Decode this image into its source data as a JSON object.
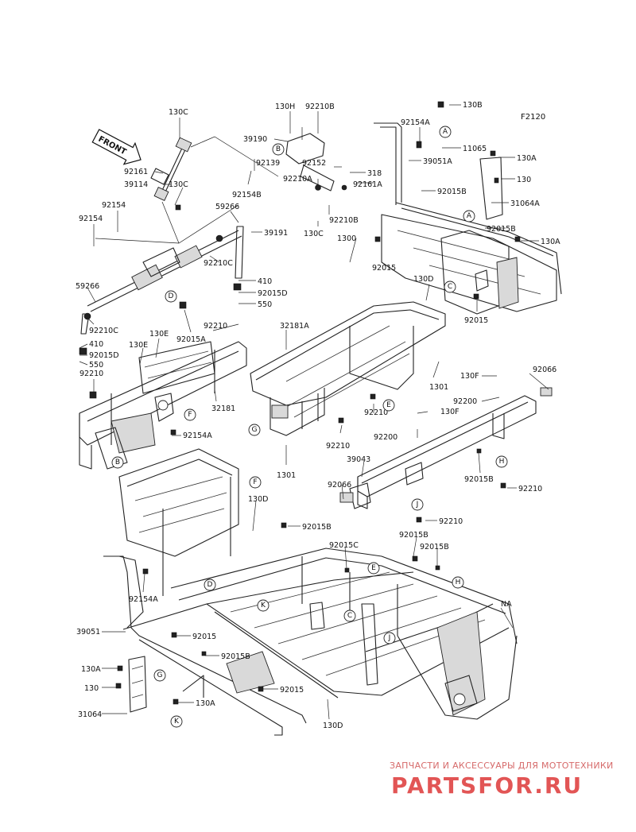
{
  "figure_code": "F2120",
  "front_label": "FRONT",
  "watermark": {
    "subtitle": "ЗАПЧАСТИ И АКСЕССУАРЫ ДЛЯ МОТОТЕХНИКИ",
    "brand": "PARTSFOR.RU"
  },
  "part_labels": [
    {
      "id": "l1",
      "text": "130C"
    },
    {
      "id": "l2",
      "text": "130H"
    },
    {
      "id": "l3",
      "text": "92210B"
    },
    {
      "id": "l4",
      "text": "130B"
    },
    {
      "id": "l5",
      "text": "92154A"
    },
    {
      "id": "l6",
      "text": "11065"
    },
    {
      "id": "l7",
      "text": "39190"
    },
    {
      "id": "l8",
      "text": "92161"
    },
    {
      "id": "l9",
      "text": "39114"
    },
    {
      "id": "l10",
      "text": "130C"
    },
    {
      "id": "l11",
      "text": "92139"
    },
    {
      "id": "l12",
      "text": "92154B"
    },
    {
      "id": "l13",
      "text": "92152"
    },
    {
      "id": "l14",
      "text": "318"
    },
    {
      "id": "l15",
      "text": "92210A"
    },
    {
      "id": "l16",
      "text": "92161A"
    },
    {
      "id": "l17",
      "text": "39051A"
    },
    {
      "id": "l18",
      "text": "130A"
    },
    {
      "id": "l19",
      "text": "130"
    },
    {
      "id": "l20",
      "text": "92015B"
    },
    {
      "id": "l21",
      "text": "31064A"
    },
    {
      "id": "l22",
      "text": "92154"
    },
    {
      "id": "l23",
      "text": "92154"
    },
    {
      "id": "l24",
      "text": "59266"
    },
    {
      "id": "l25",
      "text": "39191"
    },
    {
      "id": "l26",
      "text": "92210B"
    },
    {
      "id": "l27",
      "text": "130C"
    },
    {
      "id": "l28",
      "text": "1300"
    },
    {
      "id": "l29",
      "text": "92015B"
    },
    {
      "id": "l30",
      "text": "130A"
    },
    {
      "id": "l31",
      "text": "92210C"
    },
    {
      "id": "l32",
      "text": "92015"
    },
    {
      "id": "l33",
      "text": "410"
    },
    {
      "id": "l34",
      "text": "92015D"
    },
    {
      "id": "l35",
      "text": "550"
    },
    {
      "id": "l36",
      "text": "130D"
    },
    {
      "id": "l37",
      "text": "59266"
    },
    {
      "id": "l38",
      "text": "92015"
    },
    {
      "id": "l39",
      "text": "92210C"
    },
    {
      "id": "l40",
      "text": "92015A"
    },
    {
      "id": "l41",
      "text": "92210"
    },
    {
      "id": "l42",
      "text": "32181A"
    },
    {
      "id": "l43",
      "text": "130E"
    },
    {
      "id": "l44",
      "text": "130E"
    },
    {
      "id": "l45",
      "text": "410"
    },
    {
      "id": "l46",
      "text": "92015D"
    },
    {
      "id": "l47",
      "text": "550"
    },
    {
      "id": "l48",
      "text": "92210"
    },
    {
      "id": "l49",
      "text": "1301"
    },
    {
      "id": "l50",
      "text": "130F"
    },
    {
      "id": "l51",
      "text": "92066"
    },
    {
      "id": "l52",
      "text": "32181"
    },
    {
      "id": "l53",
      "text": "92200"
    },
    {
      "id": "l54",
      "text": "92210"
    },
    {
      "id": "l55",
      "text": "130F"
    },
    {
      "id": "l56",
      "text": "92200"
    },
    {
      "id": "l57",
      "text": "92154A"
    },
    {
      "id": "l58",
      "text": "92210"
    },
    {
      "id": "l59",
      "text": "1301"
    },
    {
      "id": "l60",
      "text": "39043"
    },
    {
      "id": "l61",
      "text": "92015B"
    },
    {
      "id": "l62",
      "text": "92066"
    },
    {
      "id": "l63",
      "text": "92210"
    },
    {
      "id": "l64",
      "text": "130D"
    },
    {
      "id": "l65",
      "text": "92210"
    },
    {
      "id": "l66",
      "text": "92015B"
    },
    {
      "id": "l67",
      "text": "92015C"
    },
    {
      "id": "l68",
      "text": "92015B"
    },
    {
      "id": "l69",
      "text": "92015B"
    },
    {
      "id": "l70",
      "text": "92154A"
    },
    {
      "id": "l71",
      "text": "NA"
    },
    {
      "id": "l72",
      "text": "39051"
    },
    {
      "id": "l73",
      "text": "92015"
    },
    {
      "id": "l74",
      "text": "130A"
    },
    {
      "id": "l75",
      "text": "92015B"
    },
    {
      "id": "l76",
      "text": "130"
    },
    {
      "id": "l77",
      "text": "92015"
    },
    {
      "id": "l78",
      "text": "31064"
    },
    {
      "id": "l79",
      "text": "130A"
    },
    {
      "id": "l80",
      "text": "130D"
    }
  ],
  "ref_markers": [
    {
      "id": "r1",
      "text": "A"
    },
    {
      "id": "r2",
      "text": "B"
    },
    {
      "id": "r3",
      "text": "A"
    },
    {
      "id": "r4",
      "text": "C"
    },
    {
      "id": "r5",
      "text": "D"
    },
    {
      "id": "r6",
      "text": "E"
    },
    {
      "id": "r7",
      "text": "F"
    },
    {
      "id": "r8",
      "text": "G"
    },
    {
      "id": "r9",
      "text": "B"
    },
    {
      "id": "r10",
      "text": "H"
    },
    {
      "id": "r11",
      "text": "F"
    },
    {
      "id": "r12",
      "text": "J"
    },
    {
      "id": "r13",
      "text": "D"
    },
    {
      "id": "r14",
      "text": "E"
    },
    {
      "id": "r15",
      "text": "H"
    },
    {
      "id": "r16",
      "text": "K"
    },
    {
      "id": "r17",
      "text": "C"
    },
    {
      "id": "r18",
      "text": "J"
    },
    {
      "id": "r19",
      "text": "G"
    },
    {
      "id": "r20",
      "text": "K"
    }
  ]
}
